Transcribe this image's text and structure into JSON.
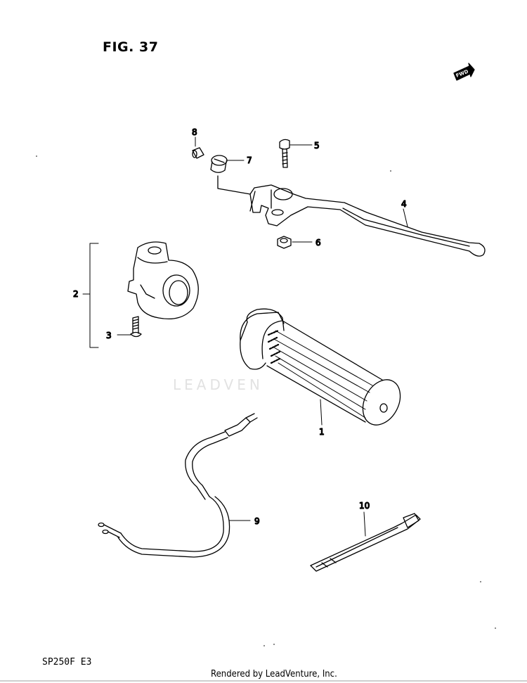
{
  "figure": {
    "title": "FIG. 37",
    "model_code": "SP250F  E3",
    "fwd_badge": "FWD",
    "watermark": "LEADVEN",
    "credit": "Rendered by LeadVenture, Inc."
  },
  "callouts": [
    {
      "id": "1",
      "part": "grip"
    },
    {
      "id": "2",
      "part": "throttle-housing-assembly"
    },
    {
      "id": "3",
      "part": "housing-screw"
    },
    {
      "id": "4",
      "part": "lever"
    },
    {
      "id": "5",
      "part": "lever-pivot-bolt"
    },
    {
      "id": "6",
      "part": "pivot-nut"
    },
    {
      "id": "7",
      "part": "adjuster"
    },
    {
      "id": "8",
      "part": "pin"
    },
    {
      "id": "9",
      "part": "switch-lead-wire"
    },
    {
      "id": "10",
      "part": "cable-band"
    }
  ],
  "colors": {
    "ink": "#000000",
    "watermark": "#e2e2e2"
  }
}
